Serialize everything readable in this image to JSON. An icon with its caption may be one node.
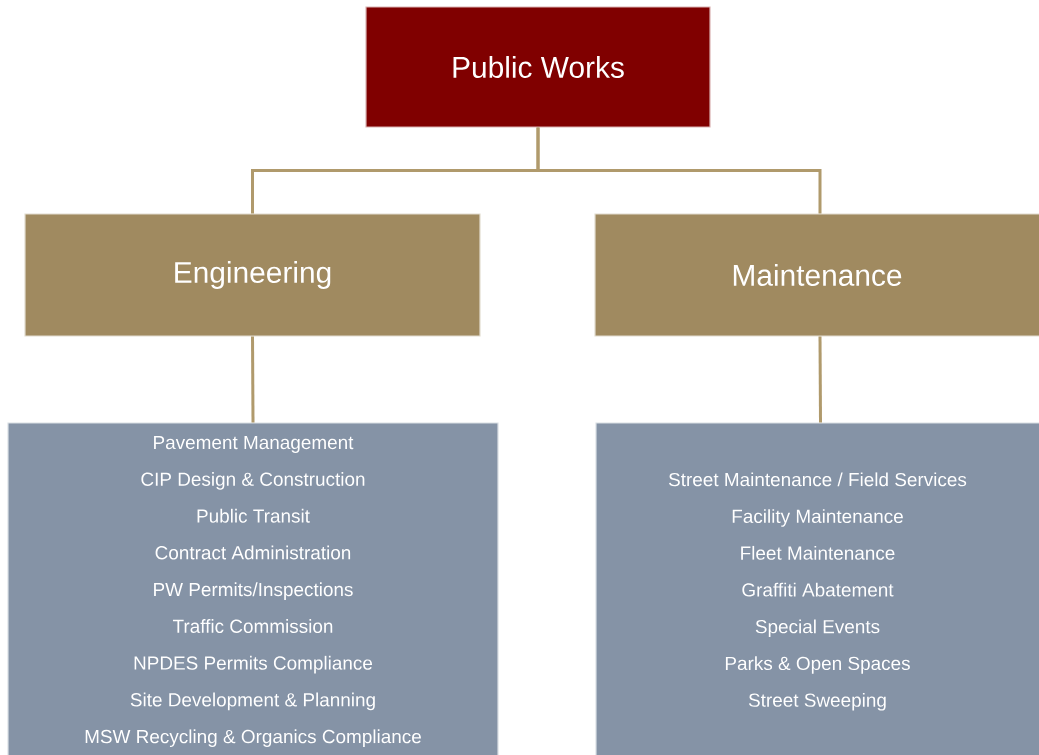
{
  "diagram": {
    "nodes": [
      {
        "text": [
          "Public Works"
        ]
      },
      {
        "text": [
          "Engineering"
        ]
      },
      {
        "text": [
          "Maintenance"
        ]
      },
      {
        "text": [
          "Pavement Management",
          "CIP Design & Construction",
          "Public Transit",
          "Contract Administration",
          "PW Permits/Inspections",
          "Traffic Commission",
          "NPDES Permits Compliance",
          "Site Development  & Planning",
          "MSW Recycling & Organics Compliance"
        ]
      },
      {
        "text": [
          "Street Maintenance / Field Services",
          "Facility Maintenance",
          "Fleet Maintenance",
          "Graffiti Abatement",
          "Special Events",
          "Parks & Open Spaces",
          "Street Sweeping"
        ]
      }
    ],
    "edges": [
      {
        "from": 0,
        "to": 1,
        "arrow": "none"
      },
      {
        "from": 0,
        "to": 2,
        "arrow": "none"
      },
      {
        "from": 1,
        "to": 3,
        "arrow": "none"
      },
      {
        "from": 2,
        "to": 4,
        "arrow": "none"
      }
    ]
  }
}
